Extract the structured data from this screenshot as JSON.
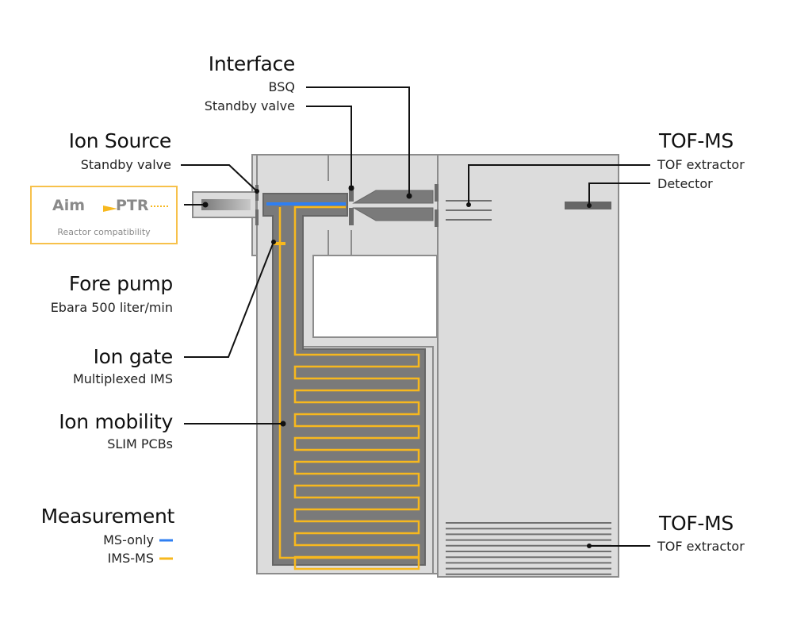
{
  "colors": {
    "housing_fill": "#dcdcdc",
    "housing_stroke": "#8c8c8c",
    "component_fill": "#7a7a7a",
    "component_dark": "#666666",
    "ms_only": "#2f7ff2",
    "ims_ms": "#f7b81e",
    "compat_border": "#f7c14b",
    "leader": "#111111"
  },
  "labels": {
    "interface": {
      "title": "Interface",
      "items": [
        "BSQ",
        "Standby valve"
      ]
    },
    "ion_source": {
      "title": "Ion Source",
      "items": [
        "Standby valve"
      ]
    },
    "fore_pump": {
      "title": "Fore pump",
      "items": [
        "Ebara 500 liter/min"
      ]
    },
    "ion_gate": {
      "title": "Ion gate",
      "items": [
        "Multiplexed IMS"
      ]
    },
    "ion_mobility": {
      "title": "Ion mobility",
      "items": [
        "SLIM PCBs"
      ]
    },
    "tof_top": {
      "title": "TOF-MS",
      "items": [
        "TOF extractor",
        "Detector"
      ]
    },
    "tof_bottom": {
      "title": "TOF-MS",
      "items": [
        "TOF extractor"
      ]
    }
  },
  "compatibility": {
    "logo_a": "Aim",
    "logo_b": "PTR",
    "caption": "Reactor compatibility"
  },
  "legend": {
    "title": "Measurement",
    "entries": [
      {
        "label": "MS-only",
        "color_key": "ms_only"
      },
      {
        "label": "IMS-MS",
        "color_key": "ims_ms"
      }
    ]
  }
}
